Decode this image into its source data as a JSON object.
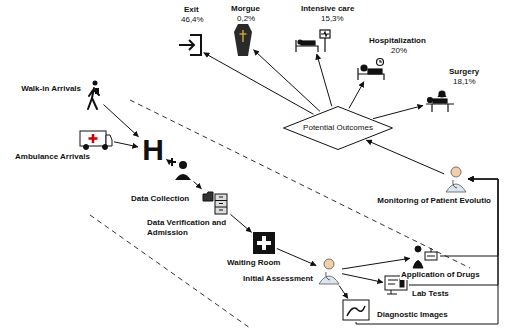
{
  "diagram": {
    "nodes": [
      {
        "text": [
          "Walk-in Arrivals"
        ]
      },
      {
        "text": [
          "Ambulance Arrivals"
        ]
      },
      {
        "text": [
          "H"
        ]
      },
      {
        "text": [
          "Data Collection"
        ]
      },
      {
        "text": [
          "Data Verification and Admission"
        ]
      },
      {
        "text": [
          "Waiting Room"
        ]
      },
      {
        "text": [
          "Initial Assessment"
        ]
      },
      {
        "text": [
          "Application of Drugs"
        ]
      },
      {
        "text": [
          "Lab Tests"
        ]
      },
      {
        "text": [
          "Diagnostic Images"
        ]
      },
      {
        "text": [
          "Monitoring of Patient Evolutio"
        ]
      },
      {
        "text": [
          "Potential Outcomes"
        ]
      },
      {
        "text": [
          "Exit",
          "46,4%"
        ]
      },
      {
        "text": [
          "Morgue",
          "0,2%"
        ]
      },
      {
        "text": [
          "Intensive care",
          "15,3%"
        ]
      },
      {
        "text": [
          "Hospitalization",
          "20%"
        ]
      },
      {
        "text": [
          "Surgery",
          "18,1%"
        ]
      }
    ],
    "edges": [
      {
        "from": 0,
        "to": 2,
        "arrow": "to"
      },
      {
        "from": 1,
        "to": 2,
        "arrow": "to"
      },
      {
        "from": 2,
        "to": 3,
        "arrow": "to"
      },
      {
        "from": 3,
        "to": 4,
        "arrow": "to"
      },
      {
        "from": 4,
        "to": 5,
        "arrow": "to"
      },
      {
        "from": 5,
        "to": 6,
        "arrow": "to"
      },
      {
        "from": 6,
        "to": 7,
        "arrow": "to"
      },
      {
        "from": 6,
        "to": 8,
        "arrow": "to"
      },
      {
        "from": 6,
        "to": 9,
        "arrow": "to"
      },
      {
        "from": 7,
        "to": 10,
        "arrow": "to"
      },
      {
        "from": 8,
        "to": 10,
        "arrow": "to"
      },
      {
        "from": 9,
        "to": 10,
        "arrow": "to"
      },
      {
        "from": 10,
        "to": 11,
        "arrow": "to"
      },
      {
        "from": 11,
        "to": 12,
        "arrow": "to"
      },
      {
        "from": 11,
        "to": 13,
        "arrow": "to"
      },
      {
        "from": 11,
        "to": 14,
        "arrow": "to"
      },
      {
        "from": 11,
        "to": 15,
        "arrow": "to"
      },
      {
        "from": 11,
        "to": 16,
        "arrow": "to"
      }
    ]
  }
}
